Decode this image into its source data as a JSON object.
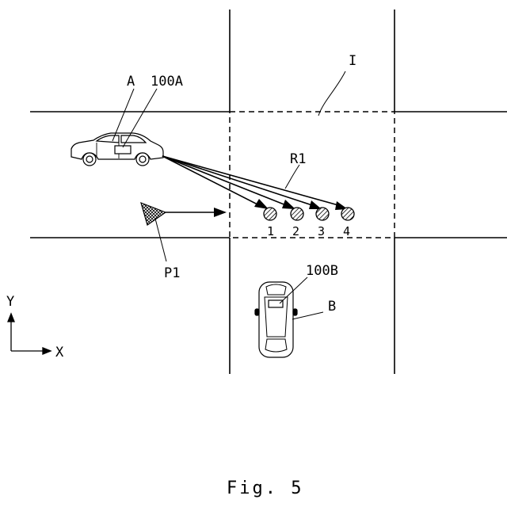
{
  "labels": {
    "vehicle_a": "A",
    "device_a": "100A",
    "intersection": "I",
    "route": "R1",
    "pedestrian": "P1",
    "device_b": "100B",
    "vehicle_b": "B",
    "axis_y": "Y",
    "axis_x": "X"
  },
  "targets": [
    "1",
    "2",
    "3",
    "4"
  ],
  "caption": "Fig. 5"
}
